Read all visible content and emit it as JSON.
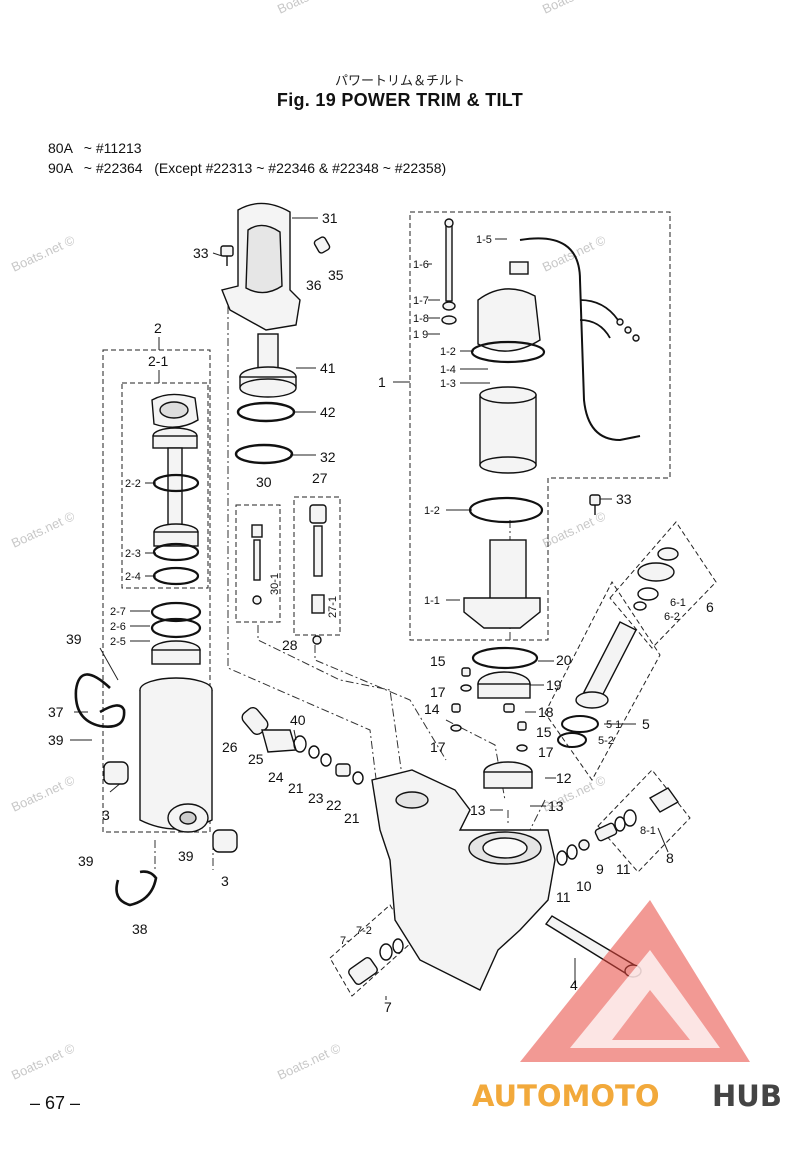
{
  "header": {
    "subtitle_jp": "パワートリム＆チルト",
    "title": "Fig. 19   POWER TRIM & TILT"
  },
  "models": [
    "80A   ~ #11213",
    "90A   ~ #22364   (Except #22313 ~ #22346 & #22348 ~ #22358)"
  ],
  "page_number": "– 67 –",
  "watermark": "Boats.net ©",
  "logo": {
    "part1": "AUTOMOTO",
    "part2": "HUB",
    "accent": "#e8453c",
    "orange": "#f2a93b",
    "grey": "#444444"
  },
  "callouts": {
    "c31": "31",
    "c33a": "33",
    "c35": "35",
    "c36": "36",
    "c41": "41",
    "c42": "42",
    "c32": "32",
    "c27": "27",
    "c30": "30",
    "c30_1": "30-1",
    "c27_1": "27-1",
    "c28": "28",
    "c2": "2",
    "c2_1": "2-1",
    "c2_2": "2-2",
    "c2_3": "2-3",
    "c2_4": "2-4",
    "c2_7": "2-7",
    "c2_6": "2-6",
    "c2_5": "2-5",
    "c1": "1",
    "c1_5": "1-5",
    "c1_6": "1-6",
    "c1_7": "1-7",
    "c1_8": "1-8",
    "c1_9": "1 9",
    "c1_2a": "1-2",
    "c1_4": "1-4",
    "c1_3": "1-3",
    "c1_2b": "1-2",
    "c1_1": "1-1",
    "c33b": "33",
    "c6": "6",
    "c6_1": "6-1",
    "c6_2": "6-2",
    "c20": "20",
    "c19": "19",
    "c15a": "15",
    "c17a": "17",
    "c14": "14",
    "c18": "18",
    "c17b": "17",
    "c15b": "15",
    "c17c": "17",
    "c5": "5",
    "c5_1": "5 1",
    "c5_2": "5-2",
    "c12": "12",
    "c13a": "13",
    "c13b": "13",
    "c39a": "39",
    "c37": "37",
    "c39b": "39",
    "c3a": "3",
    "c39c": "39",
    "c39d": "39",
    "c38": "38",
    "c3b": "3",
    "c26": "26",
    "c25": "25",
    "c40": "40",
    "c24": "24",
    "c21a": "21",
    "c23": "23",
    "c22": "22",
    "c21b": "21",
    "c8": "8",
    "c8_1": "8-1",
    "c11a": "11",
    "c9": "9",
    "c10": "10",
    "c11b": "11",
    "c7": "7",
    "c7_1": "7-",
    "c7_2": "7-2",
    "c4": "4"
  }
}
